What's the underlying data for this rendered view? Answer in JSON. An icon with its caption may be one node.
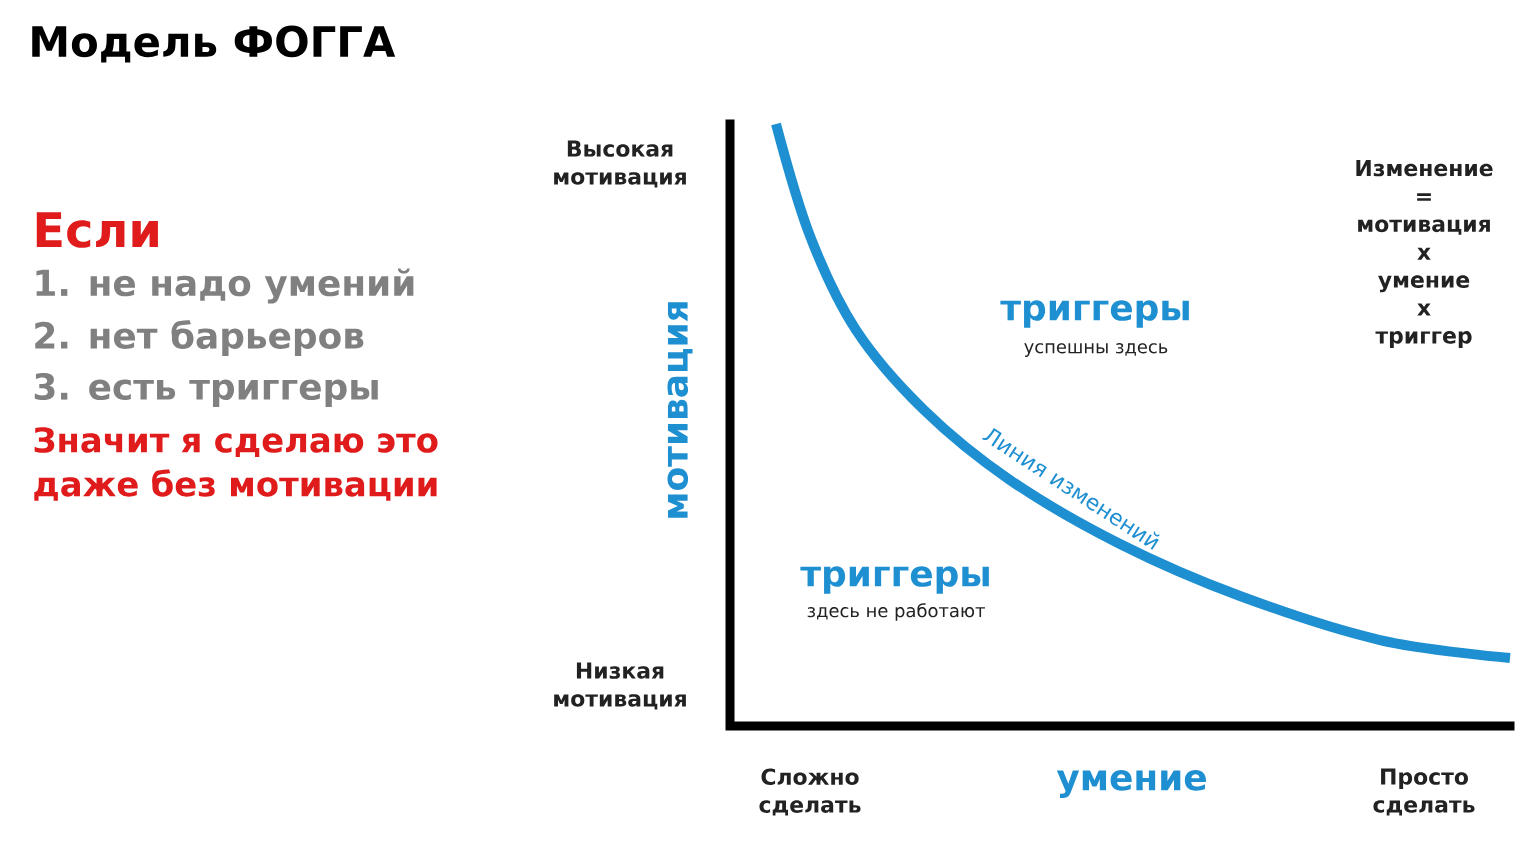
{
  "diagram": {
    "title": "Модель ФОГГА",
    "labels": [
      "Если",
      "1. не надо умений",
      "2. нет барьеров",
      "3. есть триггеры",
      "Значит я сделаю это даже без мотивации",
      "Высокая мотивация",
      "Изменение = мотивация x умение x триггер",
      "мотивация",
      "триггеры",
      "успешны здесь",
      "Линия изменений",
      "триггеры",
      "здесь не работают",
      "Низкая мотивация",
      "Сложно сделать",
      "умение",
      "Просто сделать"
    ]
  }
}
